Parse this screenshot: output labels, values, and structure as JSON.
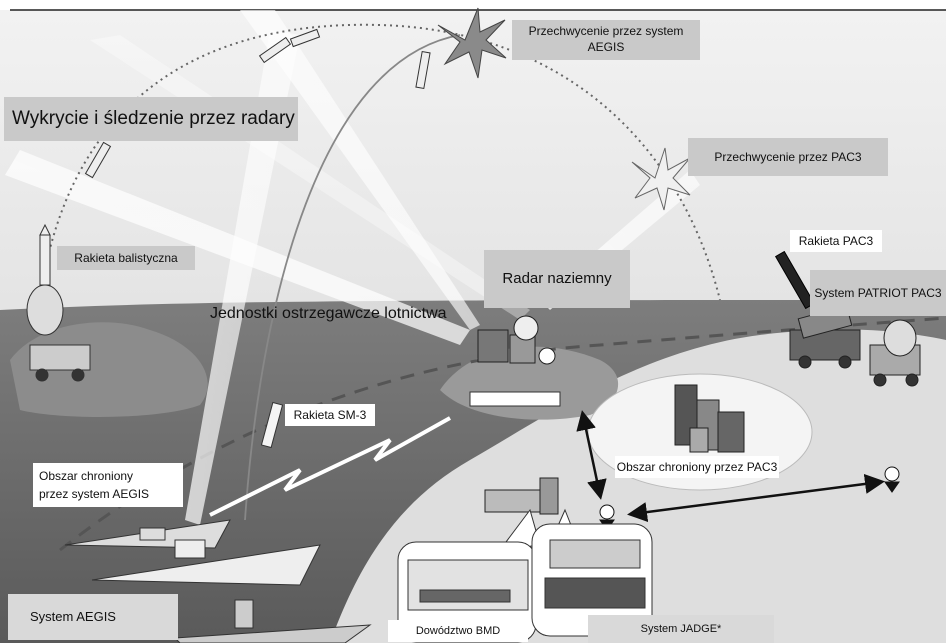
{
  "labels": {
    "interception_aegis_line1": "Przechwycenie przez system",
    "interception_aegis_line2": "AEGIS",
    "detection_tracking": "Wykrycie i śledzenie przez radary",
    "interception_pac3": "Przechwycenie przez PAC3",
    "pac3_missile": "Rakieta PAC3",
    "ballistic_missile": "Rakieta balistyczna",
    "ground_radar": "Radar naziemny",
    "patriot_system": "System PATRIOT PAC3",
    "air_warning_units": "Jednostki ostrzegawcze lotnictwa",
    "sm3_missile": "Rakieta SM-3",
    "pac3_area": "Obszar chroniony przez PAC3",
    "aegis_area_line1": "Obszar chroniony",
    "aegis_area_line2": "przez system AEGIS",
    "aegis_system": "System AEGIS",
    "bmd_command": "Dowództwo BMD",
    "jadge_system": "System JADGE*"
  }
}
